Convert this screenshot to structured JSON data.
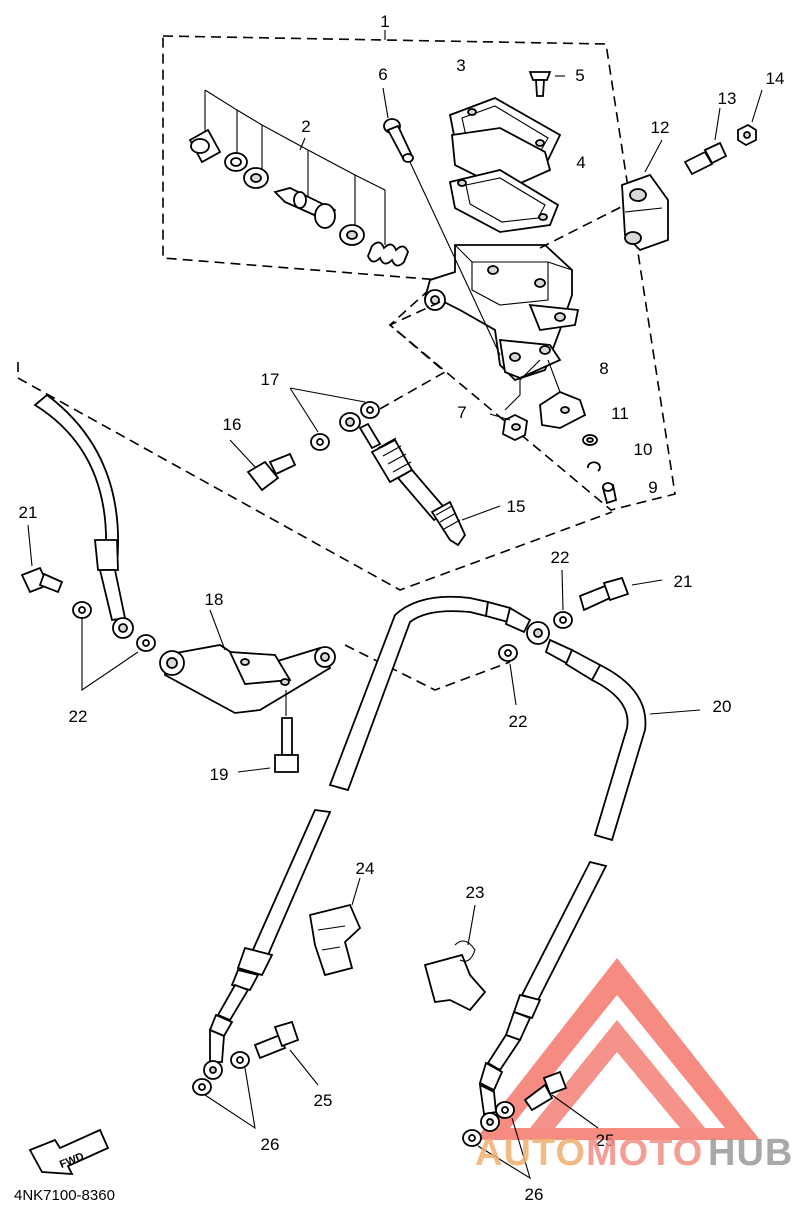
{
  "diagram": {
    "part_code": "4NK7100-8360",
    "fwd_label": "FWD",
    "labels": {
      "p1": "1",
      "p2": "2",
      "p3": "3",
      "p4": "4",
      "p5": "5",
      "p6": "6",
      "p7": "7",
      "p8": "8",
      "p9": "9",
      "p10": "10",
      "p11": "11",
      "p12": "12",
      "p13": "13",
      "p14": "14",
      "p15": "15",
      "p16": "16",
      "p17": "17",
      "p18": "18",
      "p19": "19",
      "p20": "20",
      "p21a": "21",
      "p21b": "21",
      "p22a": "22",
      "p22b": "22",
      "p22c": "22",
      "p23": "23",
      "p24": "24",
      "p25a": "25",
      "p25b": "25",
      "p26a": "26",
      "p26b": "26"
    }
  },
  "watermark": {
    "text_a": "AUTO",
    "text_b": "MOTO",
    "text_c": "HUB",
    "colors": {
      "auto": "#f0b070",
      "moto": "#f28f85",
      "hub": "#9a9a9a",
      "logo": "#f04a3a"
    }
  }
}
